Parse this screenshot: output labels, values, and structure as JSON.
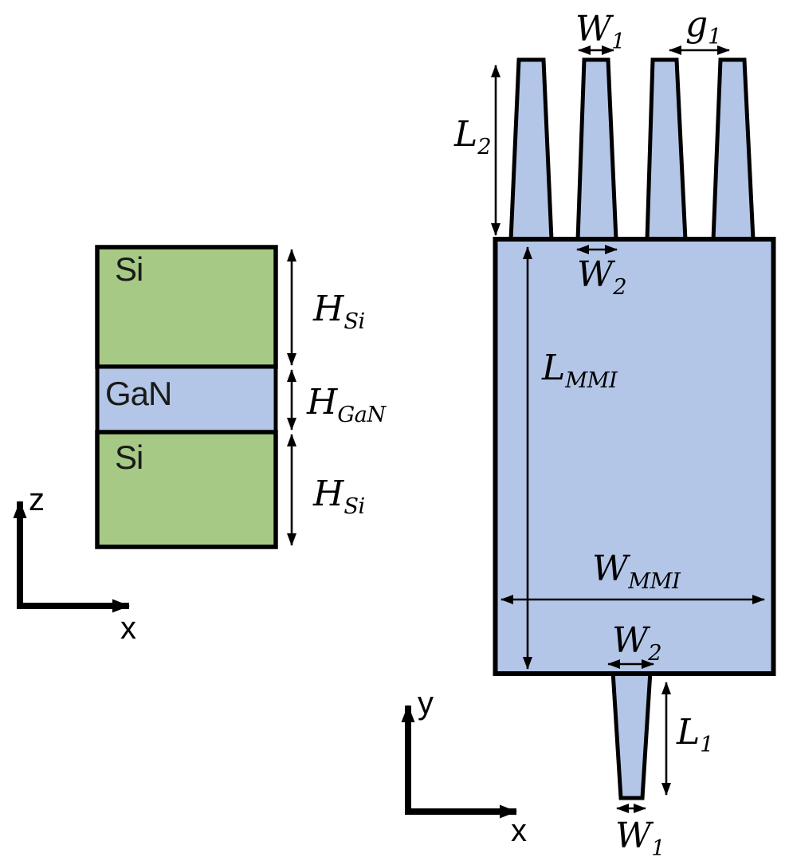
{
  "colors": {
    "layer_green": "#a6c985",
    "layer_blue": "#b4c6e7",
    "ink": "#000000"
  },
  "cross_section": {
    "layers": [
      {
        "material": "Si",
        "thickness_label": {
          "base": "H",
          "sub": "Si"
        }
      },
      {
        "material": "GaN",
        "thickness_label": {
          "base": "H",
          "sub": "GaN"
        }
      },
      {
        "material": "Si",
        "thickness_label": {
          "base": "H",
          "sub": "Si"
        }
      }
    ],
    "axis": {
      "vertical": "z",
      "horizontal": "x"
    }
  },
  "top_view": {
    "mmi_region": {
      "length_label": {
        "base": "L",
        "sub": "MMI"
      },
      "width_label": {
        "base": "W",
        "sub": "MMI"
      }
    },
    "output_tapers": {
      "tip_width_label": {
        "base": "W",
        "sub": "1"
      },
      "gap_label": {
        "base": "g",
        "sub": "1"
      },
      "length_label": {
        "base": "L",
        "sub": "2"
      },
      "base_width_label": {
        "base": "W",
        "sub": "2"
      }
    },
    "input_taper": {
      "base_width_label": {
        "base": "W",
        "sub": "2"
      },
      "length_label": {
        "base": "L",
        "sub": "1"
      },
      "tip_width_label": {
        "base": "W",
        "sub": "1"
      }
    },
    "axis": {
      "vertical": "y",
      "horizontal": "x"
    }
  }
}
